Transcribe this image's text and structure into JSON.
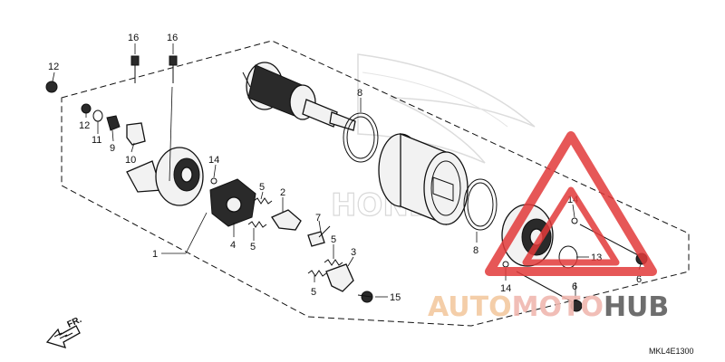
{
  "diagram_code": "MKL4E1300",
  "direction_marker": "FR.",
  "watermark": {
    "brand_text_part1": "AUTO",
    "brand_text_part2": "MOTO",
    "brand_text_part3": "HUB",
    "oem_text": "HONDA",
    "colors": {
      "red": "#e23a3a",
      "orange": "#f3c9a0",
      "pink": "#f0b8b0",
      "gray": "#6e6e6e"
    }
  },
  "callouts": {
    "c1": "1",
    "c2": "2",
    "c3": "3",
    "c4": "4",
    "c5a": "5",
    "c5b": "5",
    "c5c": "5",
    "c5d": "5",
    "c6a": "6",
    "c6b": "6",
    "c7": "7",
    "c8a": "8",
    "c8b": "8",
    "c9": "9",
    "c10": "10",
    "c11": "11",
    "c12a": "12",
    "c12b": "12",
    "c13": "13",
    "c14a": "14",
    "c14b": "14",
    "c14c": "14",
    "c15": "15",
    "c16a": "16",
    "c16b": "16"
  }
}
